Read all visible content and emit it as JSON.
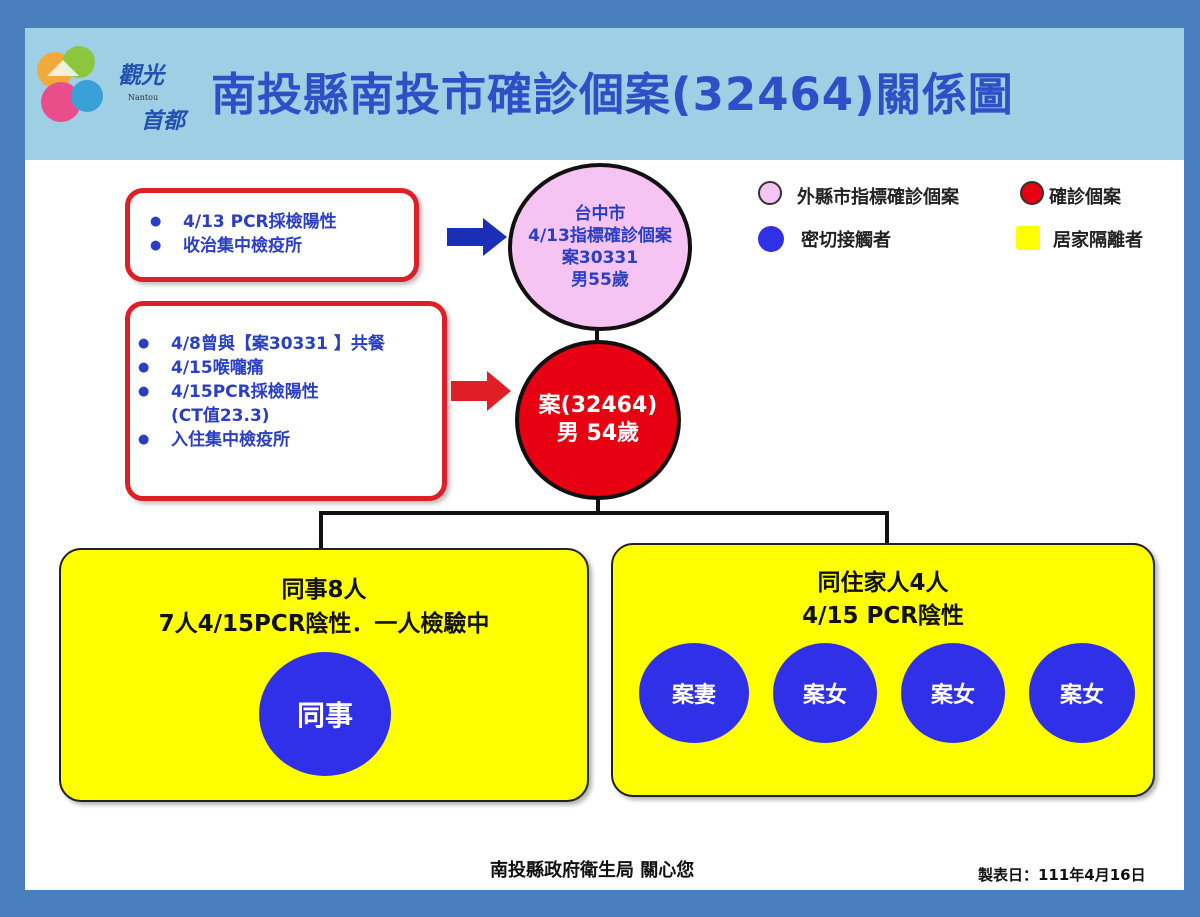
{
  "title": "南投縣南投市確診個案(32464)關係圖",
  "logo": {
    "line1": "觀光",
    "line2": "首都",
    "small": "Nantou"
  },
  "note_upper": [
    "4/13 PCR採檢陽性",
    "收治集中檢疫所"
  ],
  "note_lower": [
    "4/8曾與【案30331 】共餐",
    "4/15喉嚨痛",
    "4/15PCR採檢陽性",
    "(CT值23.3)",
    "入住集中檢疫所"
  ],
  "index_case": {
    "line1": "台中市",
    "line2": "4/13指標確診個案",
    "line3": "案30331",
    "line4": "男55歲"
  },
  "confirmed_case": {
    "line1": "案(32464)",
    "line2": "男 54歲"
  },
  "legend": {
    "external": "外縣市指標確診個案",
    "confirmed": "確診個案",
    "contact": "密切接觸者",
    "home": "居家隔離者"
  },
  "group_left": {
    "title1": "同事8人",
    "title2": "7人4/15PCR陰性．一人檢驗中",
    "member": "同事"
  },
  "group_right": {
    "title1": "同住家人4人",
    "title2": "4/15  PCR陰性",
    "members": [
      "案妻",
      "案女",
      "案女",
      "案女"
    ]
  },
  "footer": {
    "org": "南投縣政府衛生局   關心您",
    "date": "製表日：111年4月16日"
  },
  "colors": {
    "background": "#4a7fbf",
    "header": "#9ecfe4",
    "title": "#2f4fc7",
    "red": "#e60012",
    "pink": "#f5c4f2",
    "yellow": "#ffff00",
    "blue": "#3030e8"
  }
}
